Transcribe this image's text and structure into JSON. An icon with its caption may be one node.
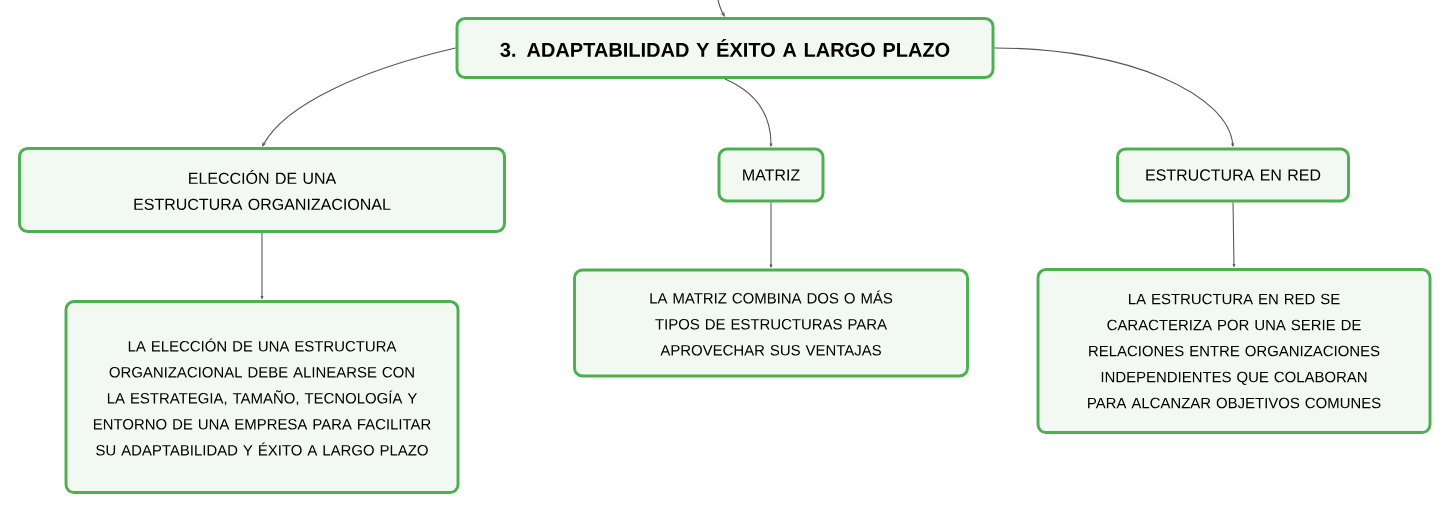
{
  "diagram": {
    "nodes": [
      {
        "text": [
          "3. ADAPTABILIDAD Y ÉXITO A LARGO PLAZO"
        ]
      },
      {
        "text": [
          "ELECCIÓN DE UNA ESTRUCTURA ORGANIZACIONAL"
        ]
      },
      {
        "text": [
          "MATRIZ"
        ]
      },
      {
        "text": [
          "ESTRUCTURA EN RED"
        ]
      },
      {
        "text": [
          "LA ELECCIÓN DE UNA ESTRUCTURA ORGANIZACIONAL DEBE ALINEARSE CON LA ESTRATEGIA, TAMAÑO, TECNOLOGÍA Y ENTORNO DE UNA EMPRESA PARA FACILITAR SU ADAPTABILIDAD Y ÉXITO A LARGO PLAZO"
        ]
      },
      {
        "text": [
          "LA MATRIZ COMBINA DOS O MÁS TIPOS DE ESTRUCTURAS PARA APROVECHAR SUS VENTAJAS"
        ]
      },
      {
        "text": [
          "LA ESTRUCTURA EN RED SE CARACTERIZA POR UNA SERIE DE RELACIONES ENTRE ORGANIZACIONES INDEPENDIENTES QUE COLABORAN PARA ALCANZAR OBJETIVOS COMUNES"
        ]
      }
    ],
    "edges": [
      {
        "from": null,
        "to": 0,
        "arrow": "to"
      },
      {
        "from": 0,
        "to": 1,
        "arrow": "to"
      },
      {
        "from": 0,
        "to": 2,
        "arrow": "to"
      },
      {
        "from": 0,
        "to": 3,
        "arrow": "to"
      },
      {
        "from": 1,
        "to": 4,
        "arrow": "to"
      },
      {
        "from": 2,
        "to": 5,
        "arrow": "to"
      },
      {
        "from": 3,
        "to": 6,
        "arrow": "to"
      }
    ]
  }
}
